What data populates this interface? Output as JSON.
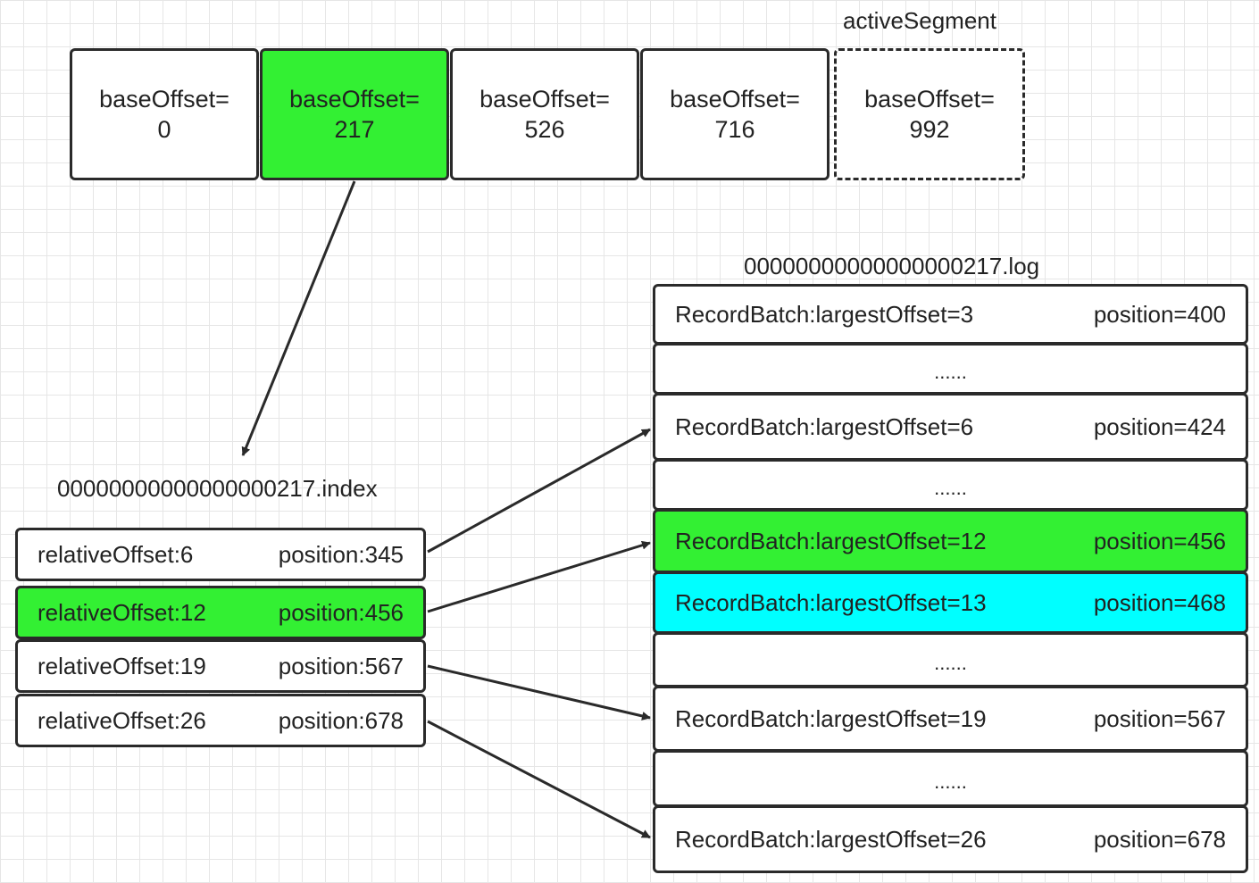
{
  "colors": {
    "highlight_green": "#33f033",
    "highlight_cyan": "#00ffff",
    "border": "#2a2a2a",
    "box_fill": "#ffffff"
  },
  "segments": {
    "active_label": "activeSegment",
    "items": [
      {
        "prefix": "baseOffset=",
        "value": "0",
        "highlight": false,
        "dashed": false
      },
      {
        "prefix": "baseOffset=",
        "value": "217",
        "highlight": true,
        "dashed": false
      },
      {
        "prefix": "baseOffset=",
        "value": "526",
        "highlight": false,
        "dashed": false
      },
      {
        "prefix": "baseOffset=",
        "value": "716",
        "highlight": false,
        "dashed": false
      },
      {
        "prefix": "baseOffset=",
        "value": "992",
        "highlight": false,
        "dashed": true
      }
    ]
  },
  "index_file": {
    "filename": "00000000000000000217.index",
    "entries": [
      {
        "relative": "relativeOffset:6",
        "position": "position:345",
        "highlight": false
      },
      {
        "relative": "relativeOffset:12",
        "position": "position:456",
        "highlight": true
      },
      {
        "relative": "relativeOffset:19",
        "position": "position:567",
        "highlight": false
      },
      {
        "relative": "relativeOffset:26",
        "position": "position:678",
        "highlight": false
      }
    ]
  },
  "log_file": {
    "filename": "00000000000000000217.log",
    "rows": [
      {
        "batch": "RecordBatch:largestOffset=3",
        "position": "position=400"
      },
      {
        "dots": "......"
      },
      {
        "batch": "RecordBatch:largestOffset=6",
        "position": "position=424"
      },
      {
        "dots": "......"
      },
      {
        "batch": "RecordBatch:largestOffset=12",
        "position": "position=456"
      },
      {
        "batch": "RecordBatch:largestOffset=13",
        "position": "position=468"
      },
      {
        "dots": "......"
      },
      {
        "batch": "RecordBatch:largestOffset=19",
        "position": "position=567"
      },
      {
        "dots": "......"
      },
      {
        "batch": "RecordBatch:largestOffset=26",
        "position": "position=678"
      }
    ]
  }
}
